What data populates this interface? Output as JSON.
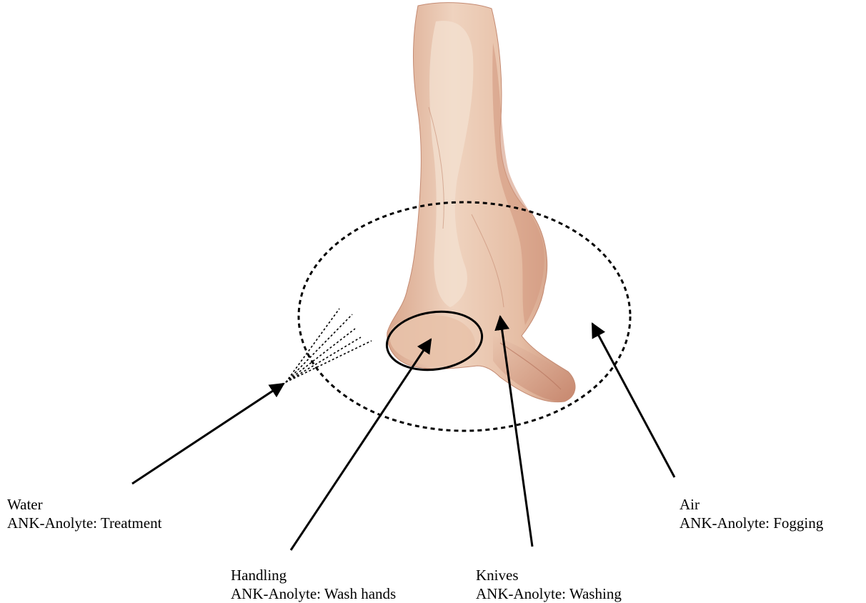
{
  "labels": {
    "water": {
      "title": "Water",
      "detail": "ANK-Anolyte: Treatment"
    },
    "handling": {
      "title": "Handling",
      "detail": "ANK-Anolyte: Wash hands"
    },
    "knives": {
      "title": "Knives",
      "detail": "ANK-Anolyte: Washing"
    },
    "air": {
      "title": "Air",
      "detail": "ANK-Anolyte: Fogging"
    }
  },
  "colors": {
    "meat_light": "#efd2bd",
    "meat_mid": "#e3b69c",
    "meat_dark": "#c98d75",
    "fat": "#f3e3d5",
    "ink": "#000000"
  }
}
